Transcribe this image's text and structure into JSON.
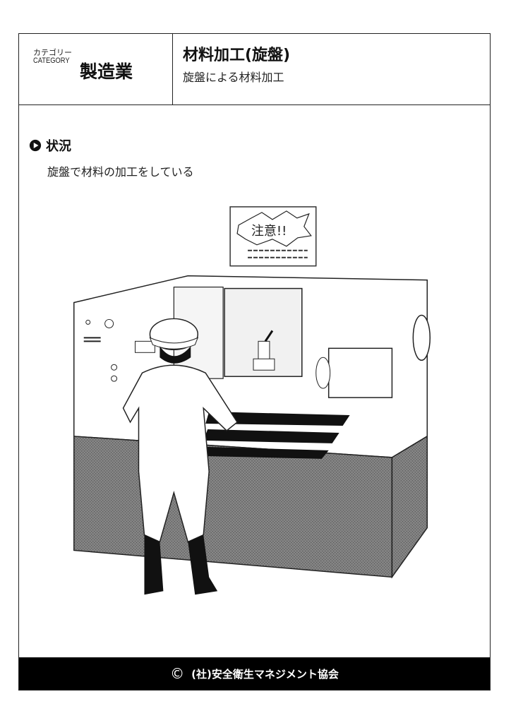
{
  "header": {
    "category_label_jp": "カテゴリー",
    "category_label_en": "CATEGORY",
    "category_value": "製造業",
    "title": "材料加工(旋盤)",
    "subtitle": "旋盤による材料加工"
  },
  "situation": {
    "heading": "状況",
    "heading_icon": "play-circle-icon",
    "description": "旋盤で材料の加工をしている"
  },
  "illustration": {
    "sign_text": "注意!!",
    "subject": "worker in helmet operating lathe"
  },
  "footer": {
    "copyright_icon": "©",
    "text": "(社)安全衛生マネジメント協会"
  }
}
